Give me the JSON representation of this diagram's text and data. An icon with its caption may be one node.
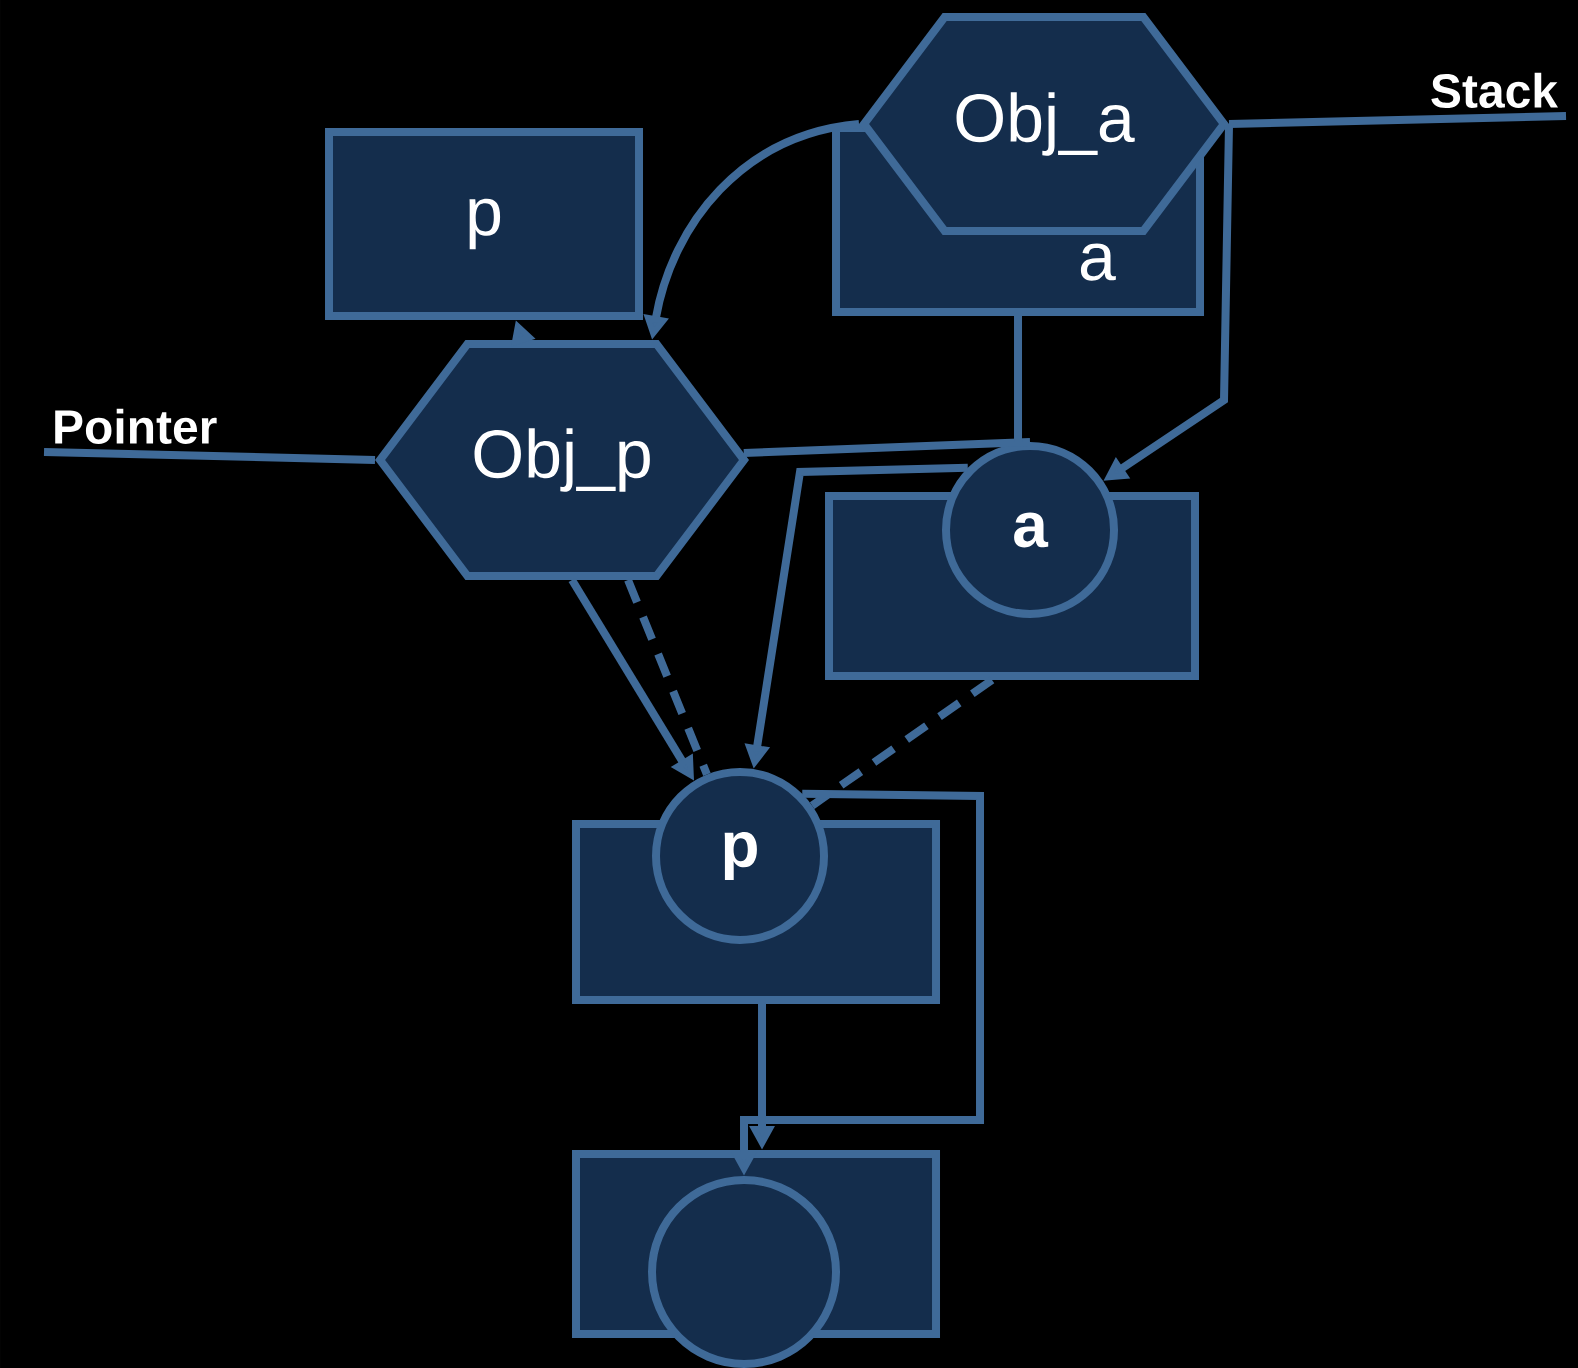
{
  "diagram": {
    "nodes": [
      {
        "text": [
          "Stack"
        ]
      },
      {
        "text": [
          "p"
        ]
      },
      {
        "text": [
          "a"
        ]
      },
      {
        "text": [
          "Obj_a"
        ]
      },
      {
        "text": [
          "Pointer"
        ]
      },
      {
        "text": [
          "Obj_p"
        ]
      },
      {
        "text": [],
        "shape": "box"
      },
      {
        "text": [
          "a"
        ]
      },
      {
        "text": [],
        "shape": "box"
      },
      {
        "text": [
          "p"
        ]
      },
      {
        "text": [],
        "shape": "box"
      },
      {
        "text": [],
        "shape": "circle"
      }
    ],
    "edges": [
      {
        "from": 0,
        "to": 3,
        "arrow": "none"
      },
      {
        "from": 4,
        "to": 5,
        "arrow": "none"
      },
      {
        "from": 3,
        "to": 5,
        "arrow": "to"
      },
      {
        "from": 5,
        "to": 1,
        "arrow": "to"
      },
      {
        "from": 5,
        "to": 7,
        "arrow": "none"
      },
      {
        "from": 3,
        "to": 7,
        "arrow": "to"
      },
      {
        "from": 2,
        "to": 7,
        "arrow": "none"
      },
      {
        "from": 5,
        "to": 9,
        "arrow": "to"
      },
      {
        "from": 5,
        "to": 9,
        "arrow": "none",
        "style": "dashed"
      },
      {
        "from": 7,
        "to": 9,
        "arrow": "to"
      },
      {
        "from": 6,
        "to": 9,
        "arrow": "none",
        "style": "dashed"
      },
      {
        "from": 8,
        "to": 10,
        "arrow": "to"
      },
      {
        "from": 9,
        "to": 11,
        "arrow": "to"
      }
    ]
  }
}
